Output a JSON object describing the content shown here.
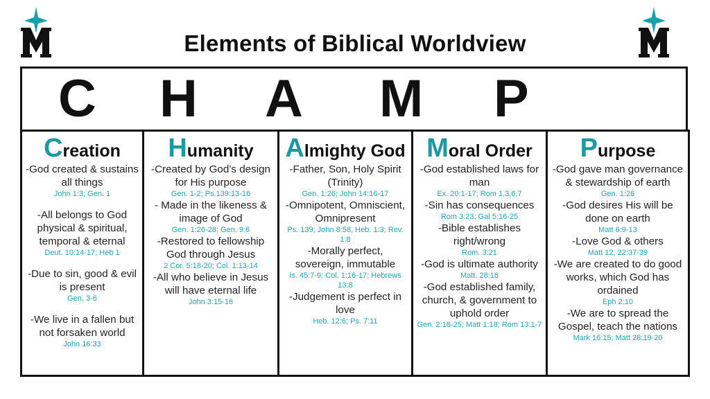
{
  "title": "Elements of Biblical Worldview",
  "champ_letters": [
    "C",
    "H",
    "A",
    "M",
    "P"
  ],
  "colors": {
    "accent": "#1a9aa3",
    "reference": "#23a3b3"
  },
  "logo": {
    "letter": "M",
    "icon": "star-icon"
  },
  "columns": [
    {
      "initial": "C",
      "rest": "reation",
      "items": [
        {
          "text": "-God created & sustains all things",
          "ref": "John 1:3; Gen. 1"
        },
        {
          "text": "-All belongs to God physical & spiritual, temporal & eternal",
          "ref": "Deut. 10:14-17; Heb 1"
        },
        {
          "text": "-Due to sin, good & evil is present",
          "ref": "Gen. 3-6"
        },
        {
          "text": "-We live in a fallen but not forsaken world",
          "ref": "John 16:33"
        }
      ]
    },
    {
      "initial": "H",
      "rest": "umanity",
      "items": [
        {
          "text": "-Created by God’s design for His purpose",
          "ref": "Gen. 1-2; Ps.139:13-16"
        },
        {
          "text": "- Made in the likeness & image of God",
          "ref": "Gen. 1:26-28; Gen. 9:6"
        },
        {
          "text": "-Restored to fellowship God through Jesus",
          "ref": "2 Cor. 5:18-20; Col. 1:13-14"
        },
        {
          "text": "-All who believe in Jesus will have eternal life",
          "ref": "John 3:15-16"
        }
      ]
    },
    {
      "initial": "A",
      "rest": "lmighty God",
      "items": [
        {
          "text": "-Father, Son, Holy Spirit (Trinity)",
          "ref": "Gen. 1:26; John 14:16-17"
        },
        {
          "text": "-Omnipotent, Omniscient, Omnipresent",
          "ref": "Ps. 139; John 8:58, Heb. 1:3; Rev. 1:8"
        },
        {
          "text": "-Morally perfect, sovereign, immutable",
          "ref": "Is. 45:7-9; Col. 1:16-17; Hebrews 13:8"
        },
        {
          "text": "-Judgement is perfect in love",
          "ref": "Heb. 12:6; Ps. 7:11"
        }
      ]
    },
    {
      "initial": "M",
      "rest": "oral Order",
      "items": [
        {
          "text": "-God established laws for man",
          "ref": "Ex. 20:1-17; Rom 1,3,6,7"
        },
        {
          "text": "-Sin has consequences",
          "ref": "Rom 3:23; Gal 5:16-25"
        },
        {
          "text": "-Bible establishes right/wrong",
          "ref": "Rom. 3:21"
        },
        {
          "text": "-God is ultimate authority",
          "ref": "Matt. 28:18"
        },
        {
          "text": "-God established family, church, & government to uphold order",
          "ref": "Gen. 2:18-25; Matt 1:18; Rom 13:1-7"
        }
      ]
    },
    {
      "initial": "P",
      "rest": "urpose",
      "items": [
        {
          "text": "-God gave man governance & stewardship of earth",
          "ref": "Gen. 1:26"
        },
        {
          "text": "-God desires His will be done on earth",
          "ref": "Matt 6:9-13"
        },
        {
          "text": "-Love God & others",
          "ref": "Matt 12, 22:37-39"
        },
        {
          "text": "-We are created to do good works, which God has ordained",
          "ref": "Eph 2:10"
        },
        {
          "text": "-We are to spread the Gospel, teach the nations",
          "ref": "Mark 16:15; Matt 28:19-20"
        }
      ]
    }
  ]
}
